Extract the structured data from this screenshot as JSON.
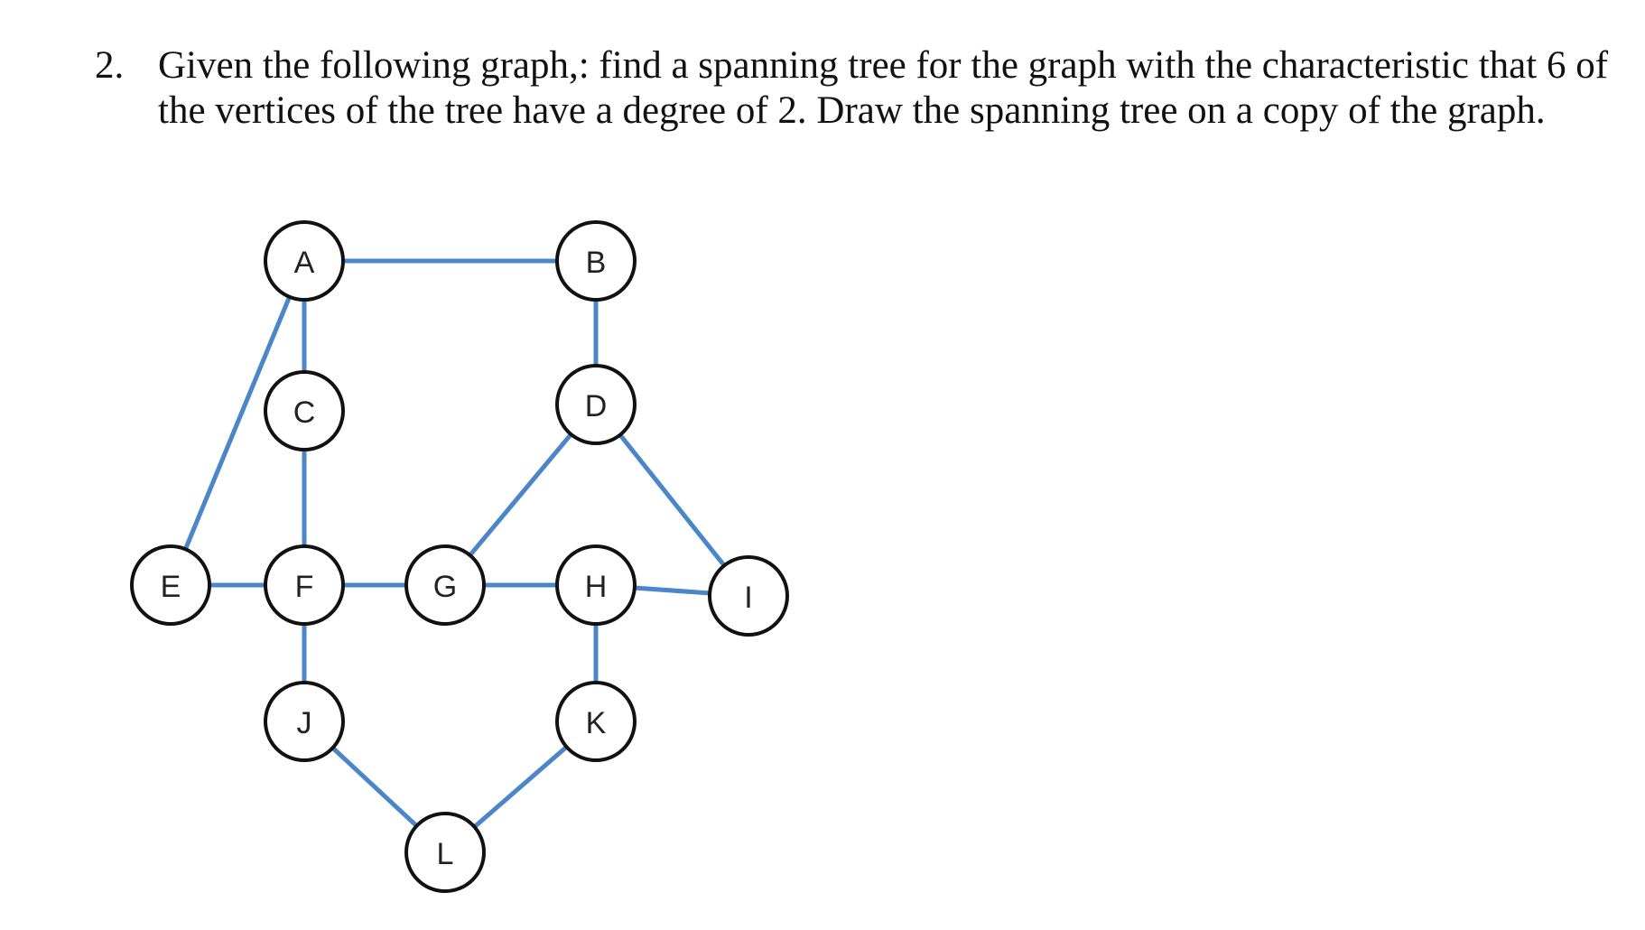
{
  "question": {
    "number": "2.",
    "line1": "Given the following graph,: find a spanning tree for the graph with the characteristic that 6 of",
    "line2": "the vertices of the tree have a degree of 2.  Draw the spanning tree on a copy of the graph."
  },
  "graph": {
    "edge_color": "#4a86c8",
    "node_stroke_color": "#111111",
    "nodes": [
      {
        "id": "A",
        "label": "A"
      },
      {
        "id": "B",
        "label": "B"
      },
      {
        "id": "C",
        "label": "C"
      },
      {
        "id": "D",
        "label": "D"
      },
      {
        "id": "E",
        "label": "E"
      },
      {
        "id": "F",
        "label": "F"
      },
      {
        "id": "G",
        "label": "G"
      },
      {
        "id": "H",
        "label": "H"
      },
      {
        "id": "I",
        "label": "I"
      },
      {
        "id": "J",
        "label": "J"
      },
      {
        "id": "K",
        "label": "K"
      },
      {
        "id": "L",
        "label": "L"
      }
    ],
    "edges": [
      [
        "A",
        "B"
      ],
      [
        "A",
        "C"
      ],
      [
        "A",
        "E"
      ],
      [
        "B",
        "D"
      ],
      [
        "C",
        "F"
      ],
      [
        "D",
        "G"
      ],
      [
        "D",
        "I"
      ],
      [
        "E",
        "F"
      ],
      [
        "F",
        "G"
      ],
      [
        "G",
        "H"
      ],
      [
        "H",
        "I"
      ],
      [
        "F",
        "J"
      ],
      [
        "H",
        "K"
      ],
      [
        "J",
        "L"
      ],
      [
        "K",
        "L"
      ]
    ]
  }
}
